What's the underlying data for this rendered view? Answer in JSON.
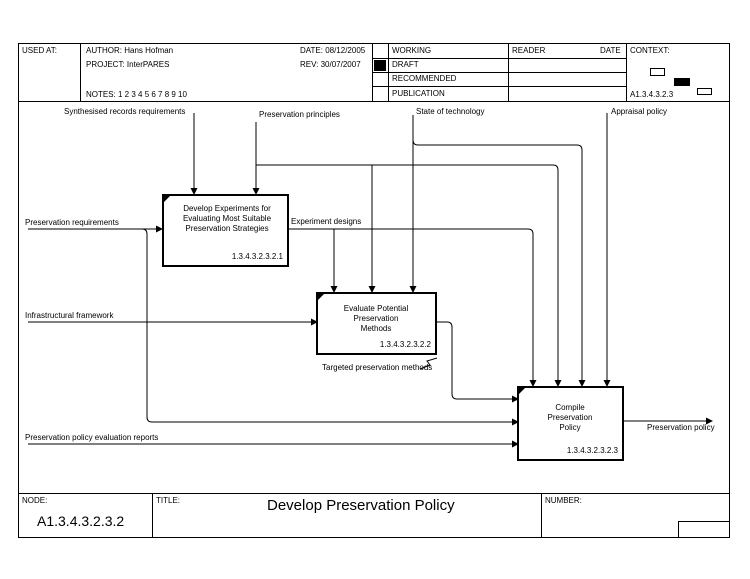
{
  "header": {
    "used_at_label": "USED AT:",
    "author": "AUTHOR:  Hans Hofman",
    "project": "PROJECT:  InterPARES",
    "notes": "NOTES:  1  2  3  4  5  6  7  8  9  10",
    "date": "DATE:  08/12/2005",
    "rev": "REV:    30/07/2007",
    "status": [
      "WORKING",
      "DRAFT",
      "RECOMMENDED",
      "PUBLICATION"
    ],
    "reader": "READER",
    "reader_date": "DATE",
    "context": "CONTEXT:",
    "context_node": "A1.3.4.3.2.3"
  },
  "diagram": {
    "inputs": {
      "synth": "Synthesised records requirements",
      "principles": "Preservation principles",
      "tech": "State of technology",
      "appraisal": "Appraisal policy",
      "requirements": "Preservation requirements",
      "infra": "Infrastructural framework",
      "eval_reports": "Preservation policy evaluation reports"
    },
    "labels": {
      "designs": "Experiment designs",
      "targeted": "Targeted preservation methods",
      "policy": "Preservation policy"
    },
    "boxes": [
      {
        "title": "Develop Experiments for Evaluating Most Suitable Preservation Strategies",
        "id": "1.3.4.3.2.3.2.1"
      },
      {
        "title": "Evaluate Potential Preservation Methods",
        "id": "1.3.4.3.2.3.2.2"
      },
      {
        "title": "Compile Preservation Policy",
        "id": "1.3.4.3.2.3.2.3"
      }
    ]
  },
  "footer": {
    "node_label": "NODE:",
    "node": "A1.3.4.3.2.3.2",
    "title_label": "TITLE:",
    "title": "Develop Preservation Policy",
    "number_label": "NUMBER:"
  }
}
